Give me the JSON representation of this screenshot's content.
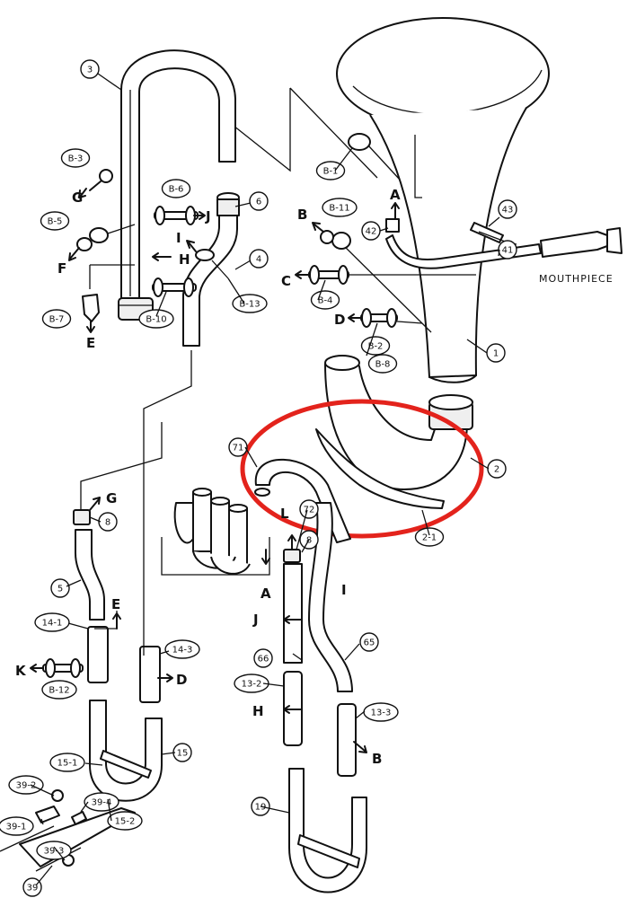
{
  "mouthpiece_label": "MOUTHPIECE",
  "callouts": [
    {
      "id": "1",
      "label": "1"
    },
    {
      "id": "2",
      "label": "2"
    },
    {
      "id": "2-1",
      "label": "2-1"
    },
    {
      "id": "3",
      "label": "3"
    },
    {
      "id": "4",
      "label": "4"
    },
    {
      "id": "5",
      "label": "5"
    },
    {
      "id": "6",
      "label": "6"
    },
    {
      "id": "8a",
      "label": "8"
    },
    {
      "id": "8b",
      "label": "8"
    },
    {
      "id": "13-2",
      "label": "13-2"
    },
    {
      "id": "13-3",
      "label": "13-3"
    },
    {
      "id": "14-1",
      "label": "14-1"
    },
    {
      "id": "14-3",
      "label": "14-3"
    },
    {
      "id": "15",
      "label": "15"
    },
    {
      "id": "15-1",
      "label": "15-1"
    },
    {
      "id": "15-2",
      "label": "15-2"
    },
    {
      "id": "19",
      "label": "19"
    },
    {
      "id": "39",
      "label": "39"
    },
    {
      "id": "39-1",
      "label": "39-1"
    },
    {
      "id": "39-2",
      "label": "39-2"
    },
    {
      "id": "39-3",
      "label": "39-3"
    },
    {
      "id": "39-4",
      "label": "39-4"
    },
    {
      "id": "41",
      "label": "41"
    },
    {
      "id": "42",
      "label": "42"
    },
    {
      "id": "43",
      "label": "43"
    },
    {
      "id": "65",
      "label": "65"
    },
    {
      "id": "66",
      "label": "66"
    },
    {
      "id": "71",
      "label": "71"
    },
    {
      "id": "72",
      "label": "72"
    },
    {
      "id": "B-1",
      "label": "B-1"
    },
    {
      "id": "B-2",
      "label": "B-2"
    },
    {
      "id": "B-3",
      "label": "B-3"
    },
    {
      "id": "B-4",
      "label": "B-4"
    },
    {
      "id": "B-5",
      "label": "B-5"
    },
    {
      "id": "B-6",
      "label": "B-6"
    },
    {
      "id": "B-7",
      "label": "B-7"
    },
    {
      "id": "B-8",
      "label": "B-8"
    },
    {
      "id": "B-10",
      "label": "B-10"
    },
    {
      "id": "B-11",
      "label": "B-11"
    },
    {
      "id": "B-12",
      "label": "B-12"
    },
    {
      "id": "B-13",
      "label": "B-13"
    }
  ],
  "connection_letters": [
    {
      "id": "A1",
      "label": "A"
    },
    {
      "id": "A2",
      "label": "A"
    },
    {
      "id": "B1",
      "label": "B"
    },
    {
      "id": "B2",
      "label": "B"
    },
    {
      "id": "C1",
      "label": "C"
    },
    {
      "id": "D1",
      "label": "D"
    },
    {
      "id": "D2",
      "label": "D"
    },
    {
      "id": "E1",
      "label": "E"
    },
    {
      "id": "E2",
      "label": "E"
    },
    {
      "id": "F1",
      "label": "F"
    },
    {
      "id": "G1",
      "label": "G"
    },
    {
      "id": "G2",
      "label": "G"
    },
    {
      "id": "H1",
      "label": "H"
    },
    {
      "id": "H2",
      "label": "H"
    },
    {
      "id": "I1",
      "label": "I"
    },
    {
      "id": "I2",
      "label": "I"
    },
    {
      "id": "J1",
      "label": "J"
    },
    {
      "id": "J2",
      "label": "J"
    },
    {
      "id": "K1",
      "label": "K"
    },
    {
      "id": "L1",
      "label": "L"
    }
  ],
  "highlight_color": "#e3231c",
  "highlighted_part": "2"
}
